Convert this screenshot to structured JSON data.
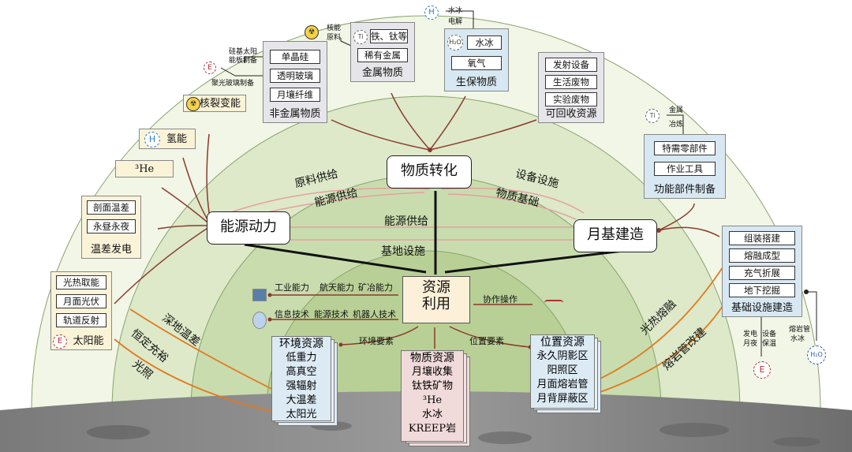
{
  "hub": {
    "line1": "资源",
    "line2": "利用"
  },
  "main": {
    "material": "物质转化",
    "energy": "能源动力",
    "base": "月基建造"
  },
  "arcs": {
    "raw": "原料供给",
    "energy_supply1": "能源供给",
    "equipment": "设备设施",
    "material_base": "物质基础",
    "energy_supply2": "能源供给",
    "base_facility": "基地设施"
  },
  "capability": {
    "row1": [
      "工业能力",
      "航天能力",
      "矿冶能力"
    ],
    "row2": [
      "信息技术",
      "能源技术",
      "机器人技术"
    ],
    "coop": "协作操作"
  },
  "flow": {
    "env_factor": "环境要素",
    "pos_factor": "位置要素"
  },
  "env": {
    "title": "环境资源",
    "items": [
      "低重力",
      "高真空",
      "强辐射",
      "大温差",
      "太阳光"
    ]
  },
  "mat": {
    "title": "物质资源",
    "items": [
      "月壤收集",
      "钛铁矿物",
      "³He",
      "水冰",
      "KREEP岩"
    ]
  },
  "pos": {
    "title": "位置资源",
    "items": [
      "永久阴影区",
      "阳照区",
      "月面熔岩管",
      "月背屏蔽区"
    ]
  },
  "nonmetal": {
    "title": "非金属物质",
    "items": [
      "单晶硅",
      "透明玻璃",
      "月壤纤维"
    ],
    "note1a": "硅基太阳",
    "note1b": "能板制备",
    "note2": "聚光玻璃制备"
  },
  "metal": {
    "items": [
      "铁、钛等",
      "稀有金属"
    ],
    "title": "金属物质",
    "note_a": "核能",
    "note_b": "原料",
    "ti": "Ti"
  },
  "bio": {
    "items": [
      "水冰",
      "氧气"
    ],
    "title": "生保物质",
    "note_a": "水冰",
    "note_b": "电解",
    "h2o": "H₂O",
    "h": "H"
  },
  "recycle": {
    "items": [
      "发射设备",
      "生活废物",
      "实验废物"
    ],
    "title": "可回收资源"
  },
  "func": {
    "items": [
      "特需零部件",
      "作业工具"
    ],
    "title": "功能部件制备",
    "note_a": "金属",
    "note_b": "冶炼",
    "ti": "Ti"
  },
  "infra": {
    "items": [
      "组装搭建",
      "熔融成型",
      "充气折展",
      "地下挖掘"
    ],
    "title": "基础设施建造",
    "note1a": "发电",
    "note1b": "月夜",
    "note2a": "设备",
    "note2b": "保温",
    "note3a": "熔岩管",
    "note3b": "水冰",
    "h2o": "H₂O",
    "e": "E"
  },
  "energy_boxes": {
    "fission": "核裂变能",
    "hydrogen": "氢能",
    "h": "H",
    "he3": "³He",
    "thermo_items": [
      "剖面温差",
      "永昼永夜"
    ],
    "thermo_title": "温差发电",
    "solar_items": [
      "光热取能",
      "月面光伏",
      "轨道反射"
    ],
    "solar_title": "太阳能",
    "e": "E"
  },
  "orange": {
    "deep": "深地温差",
    "const": "恒定充裕",
    "light": "光照",
    "melt": "光热熔融",
    "lava": "熔岩管改建"
  }
}
